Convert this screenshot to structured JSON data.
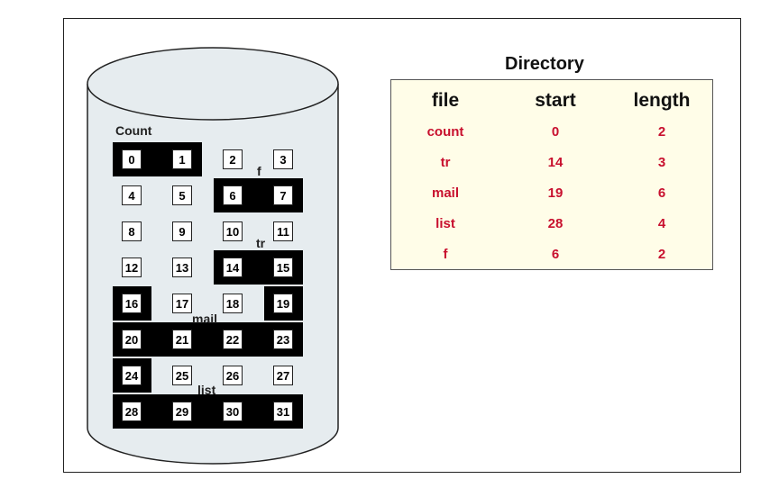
{
  "diagram": {
    "count_label": "Count",
    "file_labels": {
      "f": "f",
      "tr": "tr",
      "mail": "mail",
      "list": "list"
    },
    "blocks": [
      "0",
      "1",
      "2",
      "3",
      "4",
      "5",
      "6",
      "7",
      "8",
      "9",
      "10",
      "11",
      "12",
      "13",
      "14",
      "15",
      "16",
      "17",
      "18",
      "19",
      "20",
      "21",
      "22",
      "23",
      "24",
      "25",
      "26",
      "27",
      "28",
      "29",
      "30",
      "31"
    ],
    "allocated_blocks": [
      0,
      1,
      6,
      7,
      14,
      15,
      16,
      19,
      20,
      21,
      22,
      23,
      24,
      28,
      29,
      30,
      31
    ]
  },
  "directory": {
    "title": "Directory",
    "columns": [
      "file",
      "start",
      "length"
    ],
    "rows": [
      [
        "count",
        "0",
        "2"
      ],
      [
        "tr",
        "14",
        "3"
      ],
      [
        "mail",
        "19",
        "6"
      ],
      [
        "list",
        "28",
        "4"
      ],
      [
        "f",
        "6",
        "2"
      ]
    ]
  },
  "colors": {
    "entry_text": "#c8102e",
    "directory_bg": "#fffde8",
    "disk_fill": "#e6ecef",
    "allocated": "#000000"
  }
}
